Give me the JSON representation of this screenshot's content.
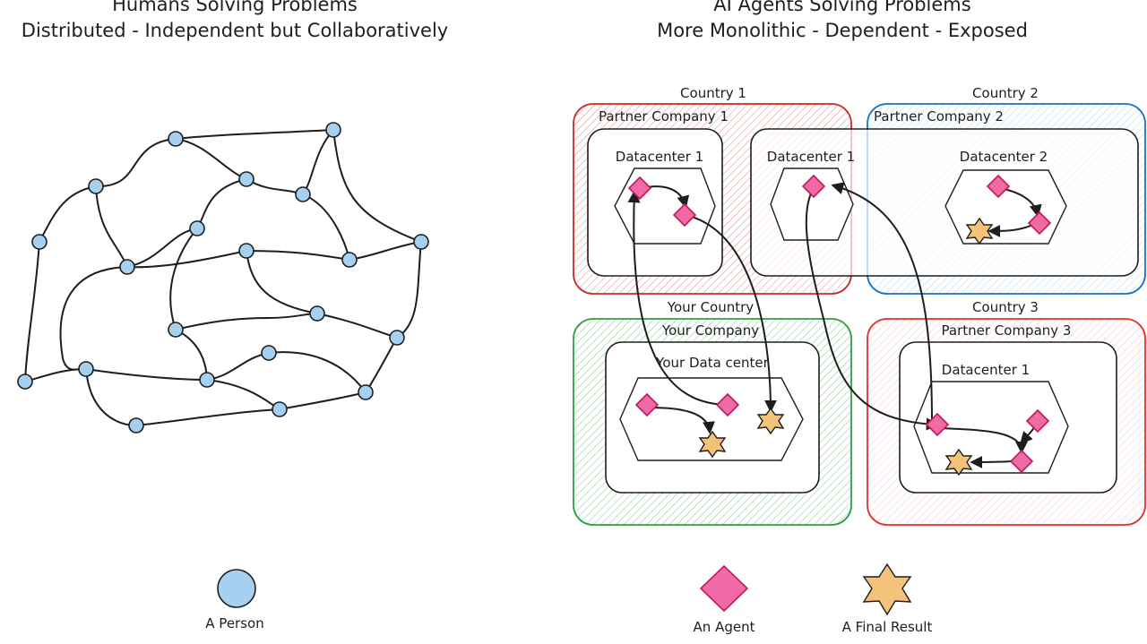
{
  "left_panel": {
    "title_line1": "Humans Solving Problems",
    "title_line2": "Distributed - Independent but Collaboratively"
  },
  "right_panel": {
    "title_line1": "AI Agents Solving Problems",
    "title_line2": "More Monolithic - Dependent - Exposed"
  },
  "regions": {
    "country1": {
      "label": "Country 1",
      "company": "Partner Company 1",
      "datacenter": "Datacenter 1",
      "color": "#c92a2a"
    },
    "country2": {
      "label": "Country 2",
      "company": "Partner Company 2",
      "datacenter_a": "Datacenter 1",
      "datacenter_b": "Datacenter 2",
      "color": "#1971c2"
    },
    "your_country": {
      "label": "Your Country",
      "company": "Your Company",
      "datacenter": "Your Data center",
      "color": "#2f9e44"
    },
    "country3": {
      "label": "Country 3",
      "company": "Partner Company 3",
      "datacenter": "Datacenter 1",
      "color": "#e03131"
    }
  },
  "legend": {
    "person": "A Person",
    "agent": "An Agent",
    "result": "A Final Result"
  },
  "colors": {
    "person_fill": "#a5d0f0",
    "agent_fill": "#f06aa6",
    "result_fill": "#f5c27a"
  }
}
